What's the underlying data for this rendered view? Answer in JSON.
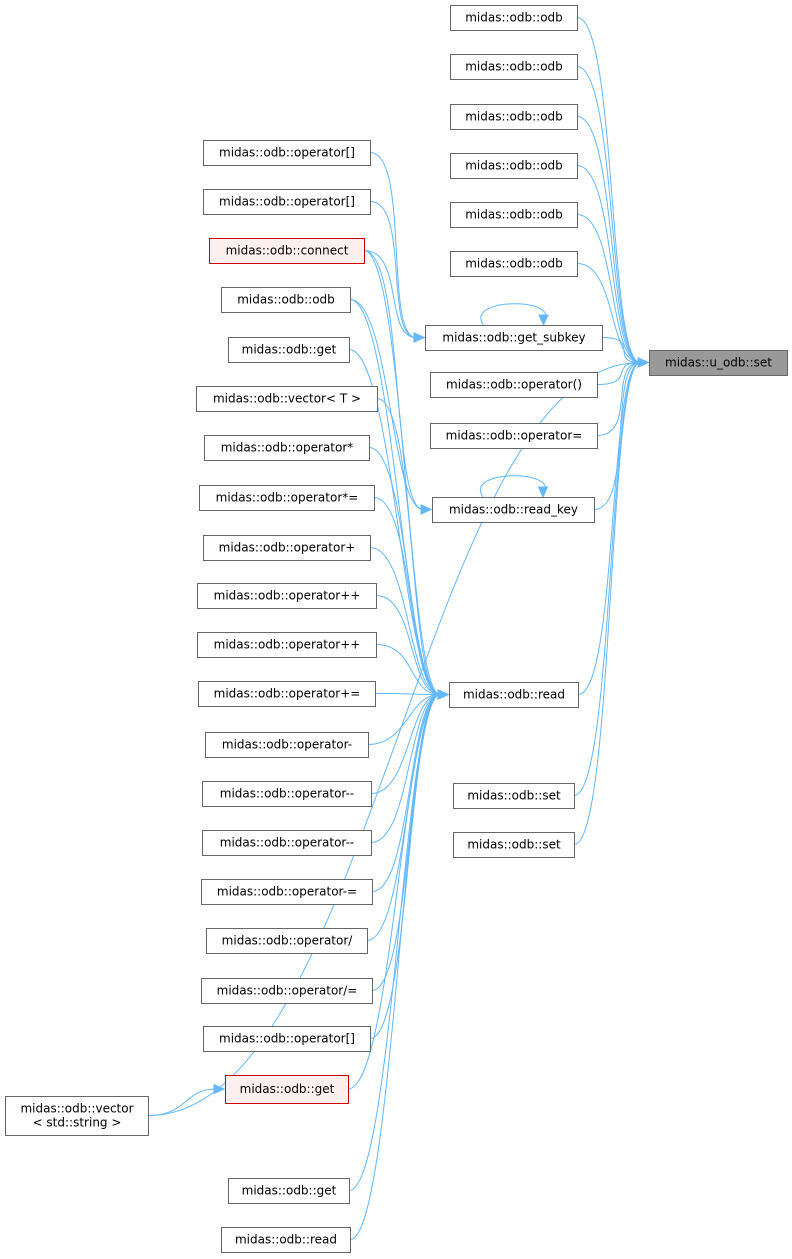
{
  "colors": {
    "edge": "#63b8ff",
    "node_border": "#666666",
    "root_fill": "#999999",
    "highlight_border": "#cc0000",
    "highlight_fill": "#fff0f0"
  },
  "nodes": [
    {
      "id": "root",
      "lines": [
        "midas::u_odb::set"
      ],
      "style": "root"
    },
    {
      "id": "odb1",
      "lines": [
        "midas::odb::odb"
      ]
    },
    {
      "id": "odb2",
      "lines": [
        "midas::odb::odb"
      ]
    },
    {
      "id": "odb3",
      "lines": [
        "midas::odb::odb"
      ]
    },
    {
      "id": "odb4",
      "lines": [
        "midas::odb::odb"
      ]
    },
    {
      "id": "odb5",
      "lines": [
        "midas::odb::odb"
      ]
    },
    {
      "id": "odb6",
      "lines": [
        "midas::odb::odb"
      ]
    },
    {
      "id": "get_subkey",
      "lines": [
        "midas::odb::get_subkey"
      ]
    },
    {
      "id": "op_call",
      "lines": [
        "midas::odb::operator()"
      ]
    },
    {
      "id": "op_assign",
      "lines": [
        "midas::odb::operator="
      ]
    },
    {
      "id": "read_key",
      "lines": [
        "midas::odb::read_key"
      ]
    },
    {
      "id": "read",
      "lines": [
        "midas::odb::read"
      ]
    },
    {
      "id": "set1",
      "lines": [
        "midas::odb::set"
      ]
    },
    {
      "id": "set2",
      "lines": [
        "midas::odb::set"
      ]
    },
    {
      "id": "op_idx1",
      "lines": [
        "midas::odb::operator[]"
      ]
    },
    {
      "id": "op_idx2",
      "lines": [
        "midas::odb::operator[]"
      ]
    },
    {
      "id": "connect",
      "lines": [
        "midas::odb::connect"
      ],
      "style": "red"
    },
    {
      "id": "odb_l",
      "lines": [
        "midas::odb::odb"
      ]
    },
    {
      "id": "get1",
      "lines": [
        "midas::odb::get"
      ]
    },
    {
      "id": "vectorT",
      "lines": [
        "midas::odb::vector< T >"
      ]
    },
    {
      "id": "op_mul",
      "lines": [
        "midas::odb::operator*"
      ]
    },
    {
      "id": "op_mul_eq",
      "lines": [
        "midas::odb::operator*="
      ]
    },
    {
      "id": "op_plus",
      "lines": [
        "midas::odb::operator+"
      ]
    },
    {
      "id": "op_pp1",
      "lines": [
        "midas::odb::operator++"
      ]
    },
    {
      "id": "op_pp2",
      "lines": [
        "midas::odb::operator++"
      ]
    },
    {
      "id": "op_plus_eq",
      "lines": [
        "midas::odb::operator+="
      ]
    },
    {
      "id": "op_minus",
      "lines": [
        "midas::odb::operator-"
      ]
    },
    {
      "id": "op_mm1",
      "lines": [
        "midas::odb::operator--"
      ]
    },
    {
      "id": "op_mm2",
      "lines": [
        "midas::odb::operator--"
      ]
    },
    {
      "id": "op_minus_eq",
      "lines": [
        "midas::odb::operator-="
      ]
    },
    {
      "id": "op_div",
      "lines": [
        "midas::odb::operator/"
      ]
    },
    {
      "id": "op_div_eq",
      "lines": [
        "midas::odb::operator/="
      ]
    },
    {
      "id": "op_idx3",
      "lines": [
        "midas::odb::operator[]"
      ]
    },
    {
      "id": "get2",
      "lines": [
        "midas::odb::get"
      ],
      "style": "red"
    },
    {
      "id": "vector_str",
      "lines": [
        "midas::odb::vector",
        "< std::string >"
      ]
    },
    {
      "id": "get3",
      "lines": [
        "midas::odb::get"
      ]
    },
    {
      "id": "read2",
      "lines": [
        "midas::odb::read"
      ]
    }
  ],
  "edges": [
    [
      "odb1",
      "root"
    ],
    [
      "odb2",
      "root"
    ],
    [
      "odb3",
      "root"
    ],
    [
      "odb4",
      "root"
    ],
    [
      "odb5",
      "root"
    ],
    [
      "odb6",
      "root"
    ],
    [
      "get_subkey",
      "root"
    ],
    [
      "op_call",
      "root"
    ],
    [
      "op_assign",
      "root"
    ],
    [
      "read_key",
      "root"
    ],
    [
      "read",
      "root"
    ],
    [
      "set1",
      "root"
    ],
    [
      "set2",
      "root"
    ],
    [
      "vector_str",
      "root"
    ],
    [
      "get_subkey",
      "get_subkey"
    ],
    [
      "read_key",
      "read_key"
    ],
    [
      "op_idx1",
      "get_subkey"
    ],
    [
      "op_idx2",
      "get_subkey"
    ],
    [
      "connect",
      "get_subkey"
    ],
    [
      "odb_l",
      "read_key"
    ],
    [
      "connect",
      "read_key"
    ],
    [
      "connect",
      "read"
    ],
    [
      "odb_l",
      "read"
    ],
    [
      "get1",
      "read"
    ],
    [
      "vectorT",
      "read"
    ],
    [
      "op_mul",
      "read"
    ],
    [
      "op_mul_eq",
      "read"
    ],
    [
      "op_plus",
      "read"
    ],
    [
      "op_pp1",
      "read"
    ],
    [
      "op_pp2",
      "read"
    ],
    [
      "op_plus_eq",
      "read"
    ],
    [
      "op_minus",
      "read"
    ],
    [
      "op_mm1",
      "read"
    ],
    [
      "op_mm2",
      "read"
    ],
    [
      "op_minus_eq",
      "read"
    ],
    [
      "op_div",
      "read"
    ],
    [
      "op_div_eq",
      "read"
    ],
    [
      "op_idx3",
      "read"
    ],
    [
      "get2",
      "read"
    ],
    [
      "get3",
      "read"
    ],
    [
      "read2",
      "read"
    ],
    [
      "vector_str",
      "get2"
    ]
  ]
}
